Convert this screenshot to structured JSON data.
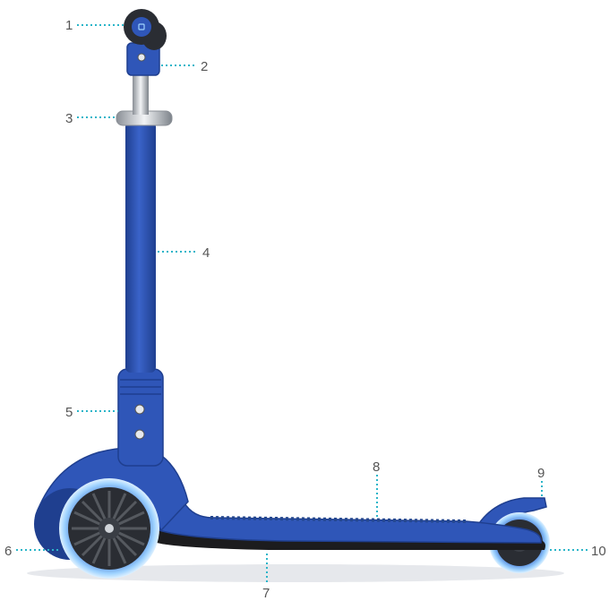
{
  "colors": {
    "accent": "#2bb5c9",
    "scooter_blue": "#2f56b8",
    "scooter_blue_dark": "#1f3f8f",
    "deck_black": "#1c1c1e",
    "wheel_glow": "#9fd3ff",
    "label_text": "#555555"
  },
  "callouts": [
    {
      "id": "1",
      "label": "1"
    },
    {
      "id": "2",
      "label": "2"
    },
    {
      "id": "3",
      "label": "3"
    },
    {
      "id": "4",
      "label": "4"
    },
    {
      "id": "5",
      "label": "5"
    },
    {
      "id": "6",
      "label": "6"
    },
    {
      "id": "7",
      "label": "7"
    },
    {
      "id": "8",
      "label": "8"
    },
    {
      "id": "9",
      "label": "9"
    },
    {
      "id": "10",
      "label": "10"
    }
  ]
}
